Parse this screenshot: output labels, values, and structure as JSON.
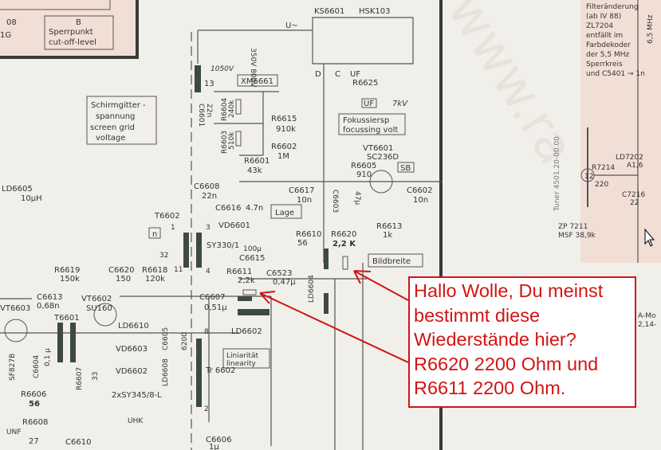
{
  "colors": {
    "paper": "#f1efea",
    "pink_panel": "#f1dfd6",
    "annotation": "#d21414",
    "ink": "#333333"
  },
  "schematic": {
    "top_left": {
      "code": "08",
      "code2": "1G",
      "box_title": "B",
      "box_de": "Sperrpunkt",
      "box_en": "cut-off-level"
    },
    "u_ac": "U~",
    "ks6601": "KS6601",
    "hsk103": "HSK103",
    "v1050": "1050V",
    "pin13": "13",
    "xm6661": "XM6661",
    "v_rot": "350V 800V",
    "screen_box": [
      "Schirmgitter -",
      "spannung",
      "screen grid",
      "voltage"
    ],
    "c6601": "C6601",
    "c6601v": "22n",
    "r6604": "R6604",
    "r6604v": "240k",
    "r6603": "R6603",
    "r6603v": "510k",
    "r6615": "R6615",
    "r6615v": "910k",
    "r6602": "R6602",
    "r6602v": "1M",
    "r6601": "R6601",
    "r6601v": "43k",
    "c6608": "C6608",
    "c6608v": "22n",
    "ld6605": "LD6605",
    "ld6605v": "10µH",
    "pin_d": "D",
    "pin_c": "C",
    "pin_uf": "UF",
    "r6625": "R6625",
    "uf_box": "UF",
    "kv7": "7kV",
    "focus_box": [
      "Fokussiersp",
      "focussing volt"
    ],
    "vt6601": "VT6601",
    "vt6601t": "SC236D",
    "sb": "SB",
    "r6605": "R6605",
    "r6605v": "910",
    "c6617": "C6617",
    "c6617v": "10n",
    "c6603": "C6603",
    "c6603v": "47µ",
    "c6602": "C6602",
    "c6602v": "10n",
    "r6613": "R6613",
    "r6613v": "1k",
    "t6602": "T6602",
    "c6616": "C6616",
    "c6616v": "4.7n",
    "lage": "Lage",
    "n_box": "n",
    "pin1": "1",
    "pin32": "32",
    "pin3": "3",
    "pin4": "4",
    "pin11": "11",
    "vd6601": "VD6601",
    "sy330": "SY330/1",
    "c6615v": "100µ",
    "c6615": "C6615",
    "r6610": "R6610",
    "r6610v": "56",
    "r6620": "R6620",
    "r6620v": "2,2 K",
    "bildbreite": "Bildbreite",
    "r6619": "R6619",
    "r6619v": "150k",
    "c6620": "C6620",
    "c6620v": "150",
    "r6618": "R6618",
    "r6618v": "120k",
    "r6611": "R6611",
    "r6611v": "2,2k",
    "c6523": "C6523",
    "c6523v": "0,47µ",
    "ld6604": "LD6604",
    "c6613": "C6613",
    "c6613v": "0,68n",
    "vt6603": "VT6603",
    "vt6602": "VT6602",
    "vt6602t": "SU160",
    "t6601": "T6601",
    "ld6610": "LD6610",
    "c6607": "C6607",
    "c6607v": "0,51µ",
    "ld6602": "LD6602",
    "pin8": "8",
    "pin2": "2",
    "vd6603": "VD6603",
    "vd6602": "VD6602",
    "ld6608": "LD6608",
    "c6605": "C6605",
    "c6605v": "6200",
    "linearity": [
      "Liniarität",
      "linearity"
    ],
    "tr6602": "Tr 6602",
    "sf827b": "SF827B",
    "c6604": "C6604",
    "c6604v": "0,1 µ",
    "r6607": "R6607",
    "r6607v": "33",
    "r6606": "R6606",
    "r6606v": "56",
    "sy345": "2xSY345/8-L",
    "unf": "UNF",
    "r6608": "R6608",
    "r6608v": "27",
    "c6610": "C6610",
    "uhk": "UHK",
    "c6606": "C6606",
    "c6606v": "1µ",
    "filter_note": [
      "Filteränderung",
      "(ab IV 88)",
      "ZL7204",
      "entfällt im",
      "Farbdekoder",
      "der 5,5 MHz",
      "Sperrkreis",
      "und C5401 → 1n"
    ],
    "mhz": "6,5 MHz",
    "tuner": "Tuner  4501.20-00.00",
    "pin12": "12",
    "r7214": "R7214",
    "r7214v": "220",
    "ld7202": "LD7202",
    "ld7202v": "A1,6",
    "c7216": "C7216",
    "c7216v": "22",
    "zp7211": "ZP 7211",
    "msf": "MSF 38,9k",
    "amo": "A-Mo",
    "amo2": "2,14-"
  },
  "annotation": {
    "lines": [
      "Hallo Wolle, Du meinst",
      "bestimmt diese",
      "Wiederstände hier?",
      "R6620 2200 Ohm und",
      "R6611 2200 Ohm."
    ]
  },
  "cursor": "mouse-pointer-icon"
}
